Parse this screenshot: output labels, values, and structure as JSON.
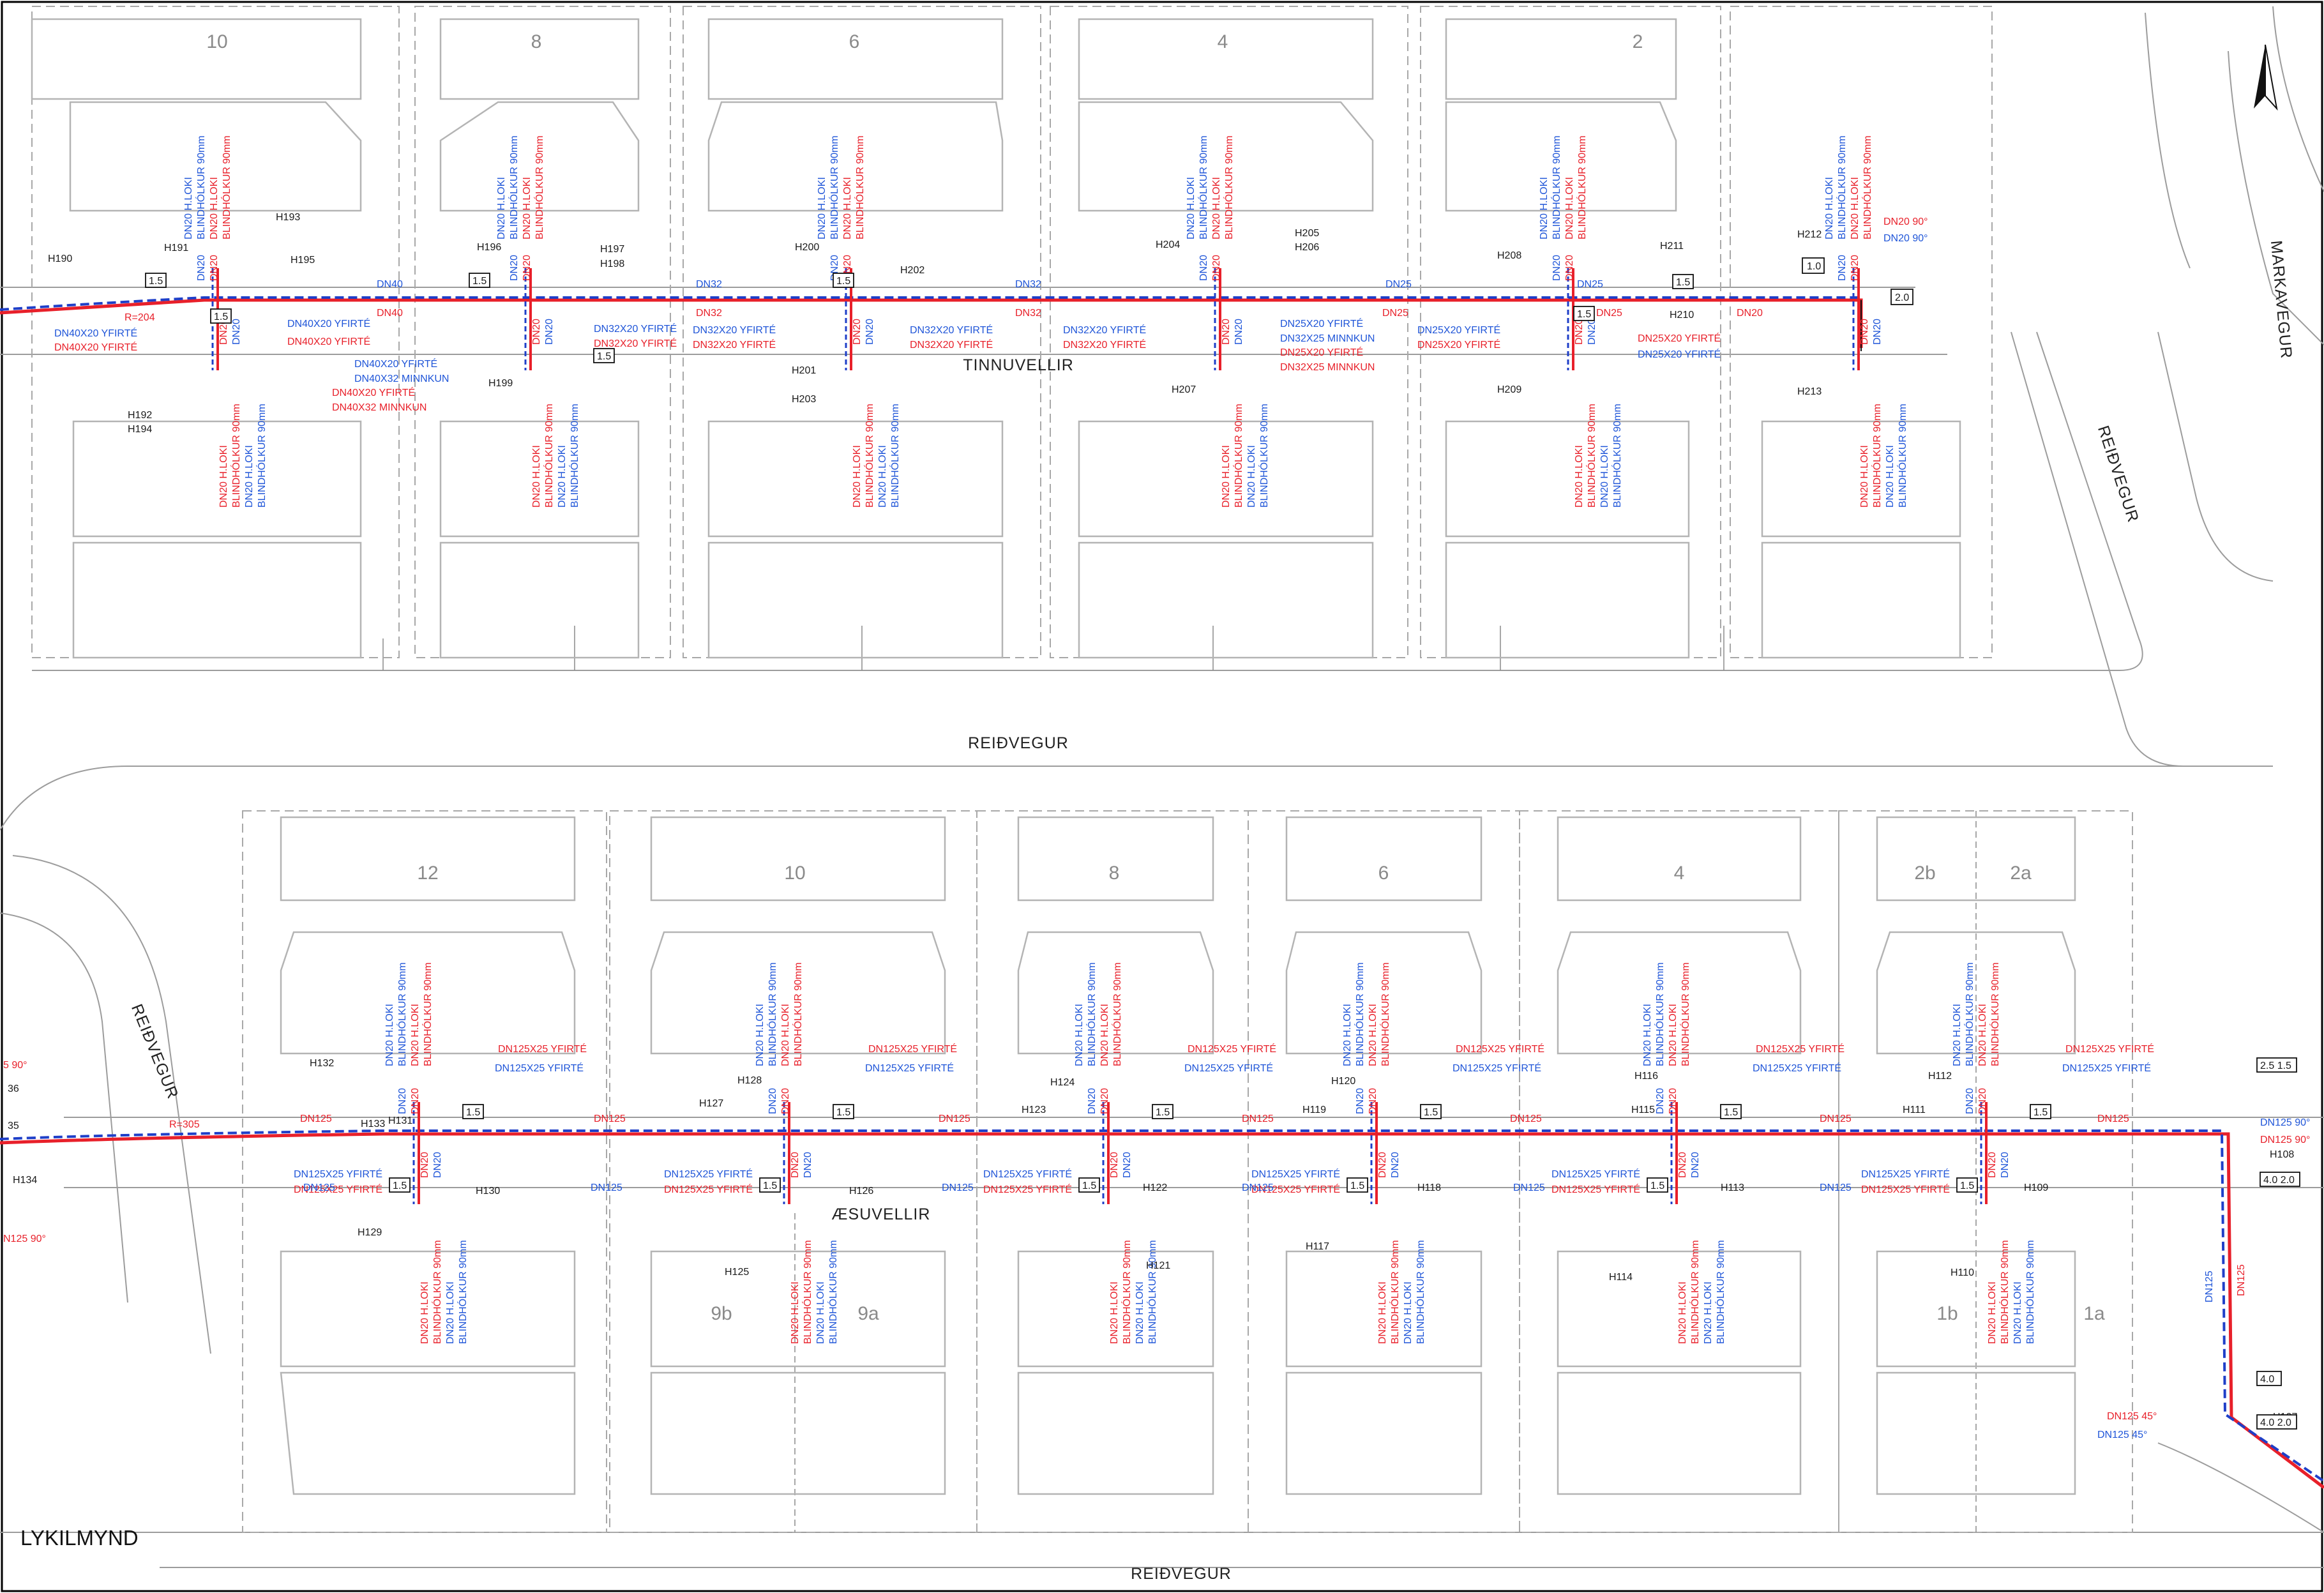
{
  "streets": {
    "tinnuvellir": "TINNUVELLIR",
    "aesuvellir": "ÆSUVELLIR",
    "reidvegur_mid": "REIÐVEGUR",
    "reidvegur_bottom": "REIÐVEGUR",
    "reidvegur_right": "REIÐVEGUR",
    "reidvegur_left": "REIÐVEGUR",
    "markavegur": "MARKAVEGUR"
  },
  "keymap_label": "LYKILMYND",
  "lots_top": [
    "10",
    "8",
    "6",
    "4",
    "2"
  ],
  "lots_bottom": [
    "12",
    "10",
    "8",
    "6",
    "4",
    "2b",
    "2a"
  ],
  "lots_bottom_rear": [
    "9b",
    "9a",
    "1b",
    "1a"
  ],
  "radius_top": "R=204",
  "radius_bottom": "R=305",
  "main_dn_top": [
    "DN40",
    "DN40",
    "DN32",
    "DN32",
    "DN32",
    "DN32",
    "DN25",
    "DN25",
    "DN25",
    "DN20",
    "DN25"
  ],
  "main_dn_bottom": [
    "DN125",
    "DN125",
    "DN125",
    "DN125",
    "DN125",
    "DN125",
    "DN125",
    "DN125",
    "DN125",
    "DN125",
    "DN125",
    "DN125",
    "DN125"
  ],
  "service": {
    "dn20": "DN20",
    "hloki": "DN20 H.LOKI",
    "blind": "BLINDHÓLKUR 90mm"
  },
  "tee_top": [
    {
      "blue": "DN40X20 YFIRTÉ",
      "red": "DN40X20 YFIRTÉ"
    },
    {
      "blue": "DN40X20 YFIRTÉ",
      "red": "DN40X20 YFIRTÉ"
    },
    {
      "blue": "DN40X20 YFIRTÉ",
      "red": "DN40X20 YFIRTÉ",
      "blue2": "DN40X32 MINNKUN",
      "red2": "DN40X32 MINNKUN"
    },
    {
      "blue": "DN32X20 YFIRTÉ",
      "red": "DN32X20 YFIRTÉ"
    },
    {
      "blue": "DN32X20 YFIRTÉ",
      "red": "DN32X20 YFIRTÉ"
    },
    {
      "blue": "DN32X20 YFIRTÉ",
      "red": "DN32X20 YFIRTÉ"
    },
    {
      "blue": "DN32X20 YFIRTÉ",
      "red": "DN32X20 YFIRTÉ"
    },
    {
      "blue": "DN25X20 YFIRTÉ",
      "red": "DN25X20 YFIRTÉ",
      "blue2": "DN32X25 MINNKUN",
      "red2": "DN32X25 MINNKUN"
    },
    {
      "blue": "DN25X20 YFIRTÉ",
      "red": "DN25X20 YFIRTÉ"
    },
    {
      "blue": "DN25X20 YFIRTÉ",
      "red": "DN25X20 YFIRTÉ"
    }
  ],
  "tee_bottom": "DN125X25 YFIRTÉ",
  "bends": {
    "top_red": "DN20 90°",
    "top_blue": "DN20 90°",
    "right_blue": "DN125 90°",
    "right_red": "DN125 90°",
    "left_red": "5 90°",
    "left_red2": "N125 90°",
    "low_red": "DN125 45°",
    "low_blue": "DN125 45°"
  },
  "boxes": {
    "b15": "1.5",
    "b10": "1.0",
    "b20": "2.0",
    "b2515": "2.5 1.5",
    "b40": "4.0",
    "b4020": "4.0 2.0"
  },
  "hnodes_top": [
    "H190",
    "H191",
    "H192",
    "H193",
    "H194",
    "H195",
    "H196",
    "H197",
    "H198",
    "H199",
    "H200",
    "H201",
    "H202",
    "H203",
    "H204",
    "H205",
    "H206",
    "H207",
    "H208",
    "H209",
    "H210",
    "H211",
    "H212",
    "H213"
  ],
  "hnodes_bottom": [
    "H107",
    "H108",
    "H109",
    "H110",
    "H111",
    "H112",
    "H113",
    "H114",
    "H115",
    "H116",
    "H117",
    "H118",
    "H119",
    "H120",
    "H121",
    "H122",
    "H123",
    "H124",
    "H125",
    "H126",
    "H127",
    "H128",
    "H129",
    "H130",
    "H131",
    "H132",
    "H133",
    "H134"
  ],
  "left_misc": [
    "36",
    "35"
  ]
}
